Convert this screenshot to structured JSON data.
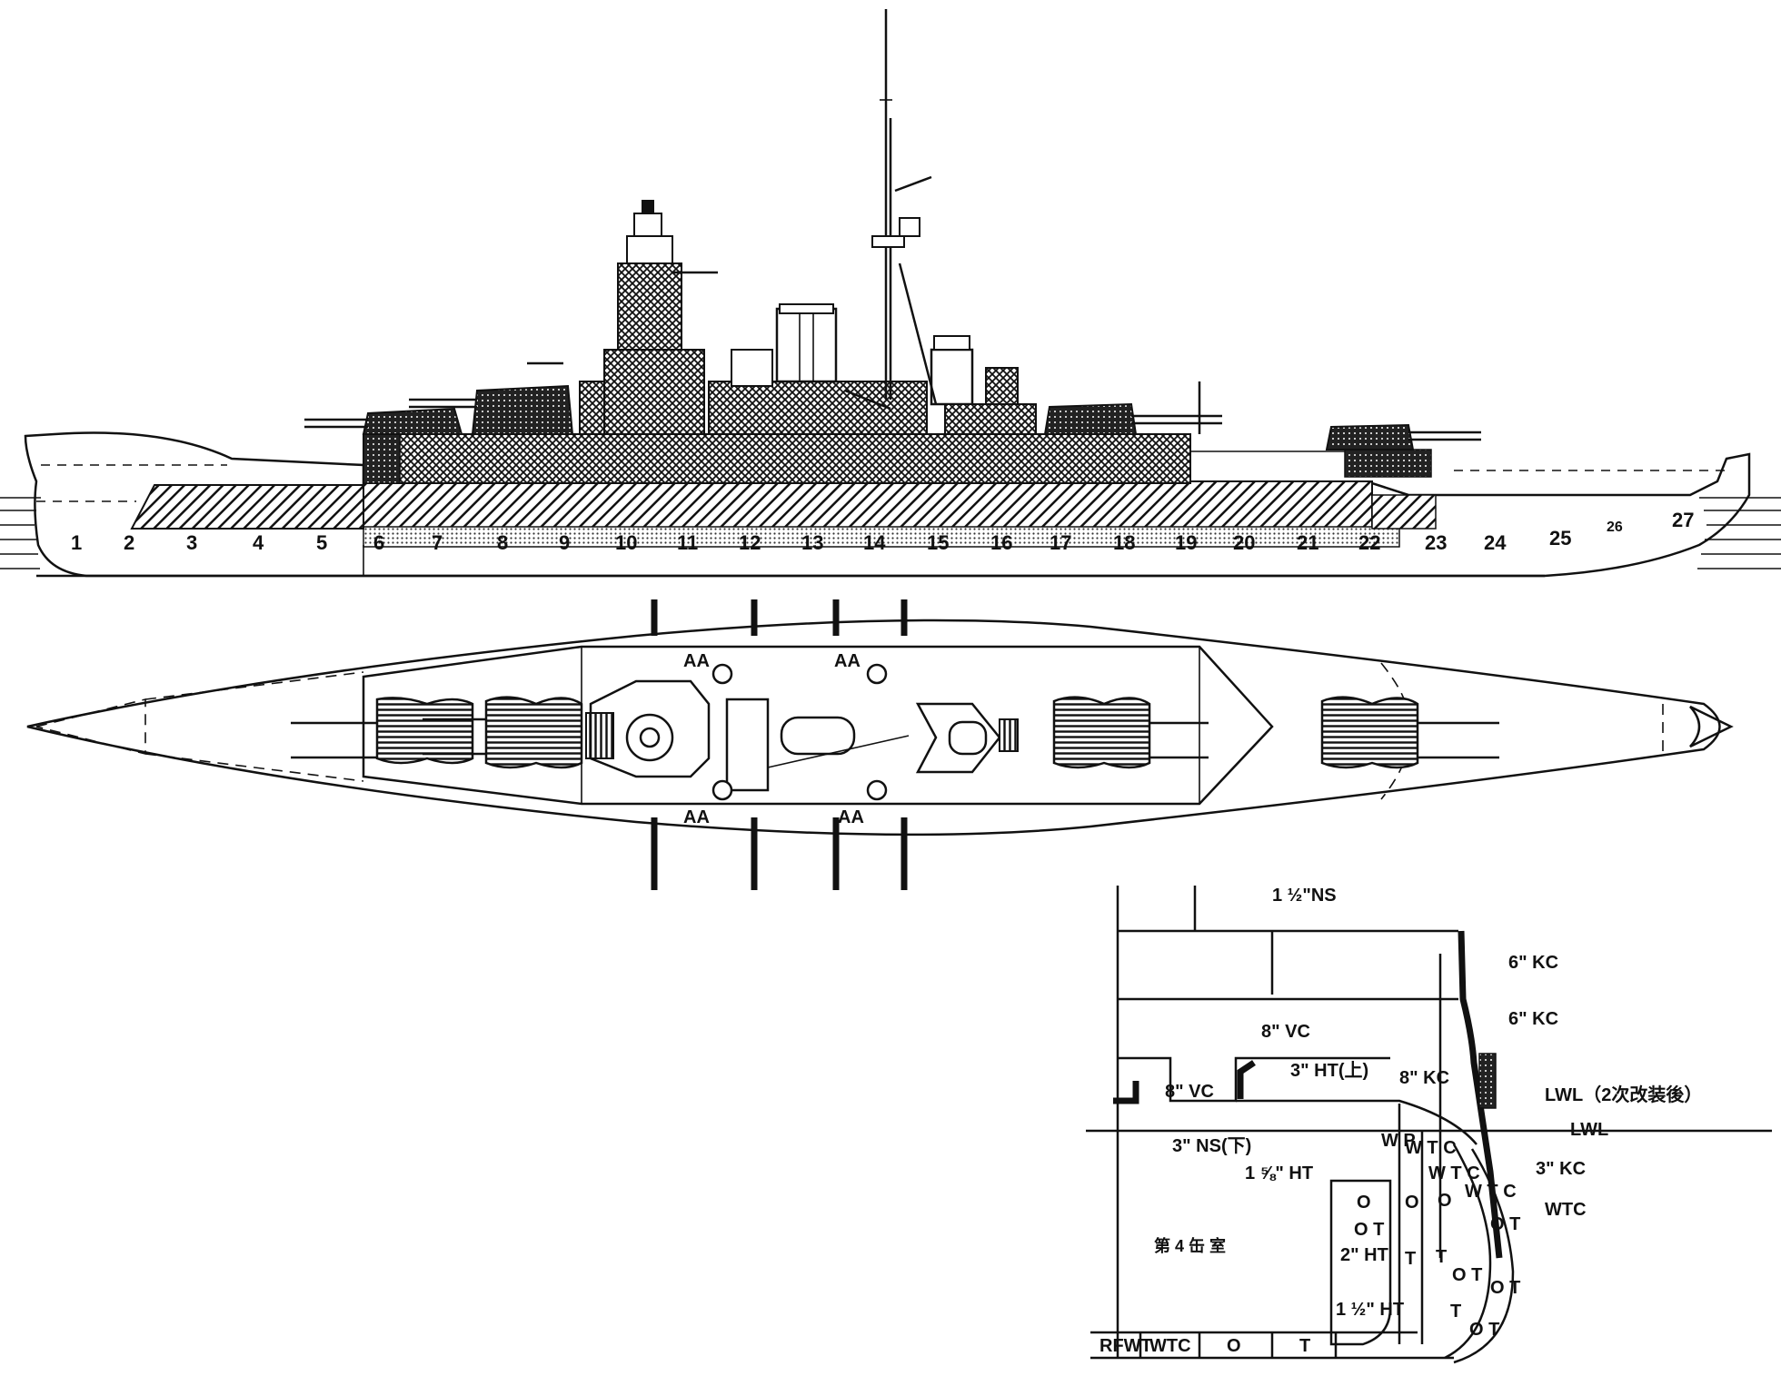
{
  "profile": {
    "compartments": [
      "1",
      "2",
      "3",
      "4",
      "5",
      "6",
      "7",
      "8",
      "9",
      "10",
      "11",
      "12",
      "13",
      "14",
      "15",
      "16",
      "17",
      "18",
      "19",
      "20",
      "21",
      "22",
      "23",
      "24",
      "25",
      "26",
      "27"
    ]
  },
  "plan": {
    "aa_labels": [
      "AA",
      "AA",
      "AA",
      "AA"
    ]
  },
  "section": {
    "labels": {
      "ns_top": "1 ½\"NS",
      "kc6_a": "6\" KC",
      "kc6_b": "6\" KC",
      "kc8": "8\" KC",
      "vc8_a": "8\" VC",
      "vc8_b": "8\" VC",
      "ht3_upper": "3\" HT(上)",
      "ns3_lower": "3\" NS(下)",
      "lwl_refit": "LWL（2次改装後）",
      "lwl": "LWL",
      "kc3": "3\" KC",
      "wtc_out": "WTC",
      "ht1_5_8": "1 ⅝\" HT",
      "ht2": "2\" HT",
      "ht1_5": "1 ½\" HT",
      "boiler_room": "第 4 缶 室"
    },
    "cells": {
      "wp": "W P",
      "wtc_a": "W T C",
      "wtc_b": "W T C",
      "wtc_c": "W T C",
      "o_a": "O",
      "o_b": "O",
      "o_c": "O",
      "ot_a": "O T",
      "ot_b": "O T",
      "ot_c": "O T",
      "ot_d": "O T",
      "ot_e": "O T",
      "t_a": "T",
      "t_b": "T",
      "t_c": "T"
    },
    "bottom_row": [
      "RFWT",
      "WTC",
      "O",
      "T"
    ]
  }
}
